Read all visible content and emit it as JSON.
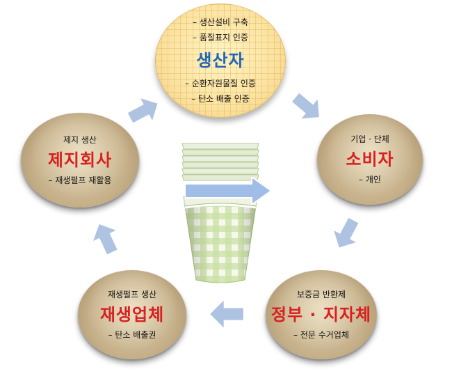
{
  "cycle": {
    "producer": {
      "title": "생산자",
      "top_items": [
        "생산설비 구축",
        "품질표지 인증"
      ],
      "bottom_items": [
        "순환자원물질 인증",
        "탄소 배출 인증"
      ]
    },
    "consumer": {
      "subtitle": "기업 · 단체",
      "title": "소비자",
      "items": [
        "개인"
      ]
    },
    "government": {
      "subtitle": "보증금 반환제",
      "title": "정부 · 지자체",
      "items": [
        "전문 수거업체"
      ]
    },
    "recycler": {
      "subtitle": "재생펄프 생산",
      "title": "재생업체",
      "items": [
        "탄소 배출권"
      ]
    },
    "paper_mill": {
      "subtitle": "제지 생산",
      "title": "제지회사",
      "items": [
        "재생펄프 재활용"
      ]
    }
  },
  "colors": {
    "arrow": "#aec3e2",
    "title_red": "#d82020",
    "title_blue": "#1f66b8",
    "producer_fill": "#fbe2a0",
    "node_texture": "#c6b08a",
    "cup_check": "#b5d48a"
  },
  "center_image": "stacked-paper-cups"
}
